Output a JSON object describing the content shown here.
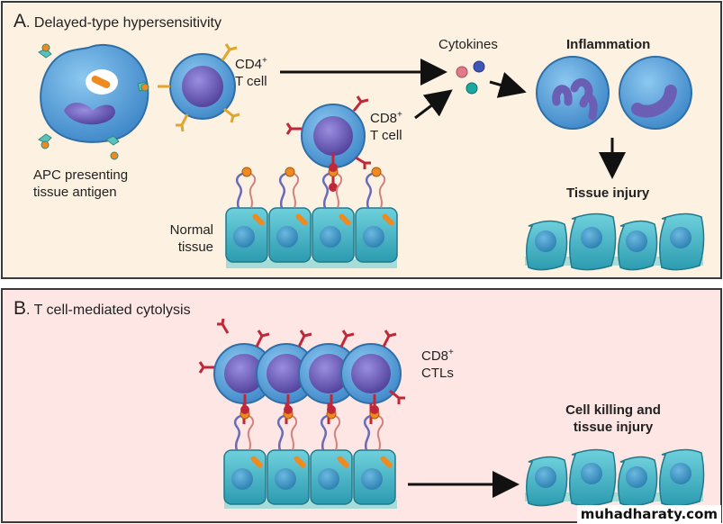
{
  "panel_a": {
    "letter": "A",
    "title": ". Delayed-type hypersensitivity",
    "labels": {
      "cd4_line1": "CD4",
      "cd4_sup": "+",
      "cd4_line2": "T cell",
      "cd8_line1": "CD8",
      "cd8_sup": "+",
      "cd8_line2": "T cell",
      "cytokines": "Cytokines",
      "inflammation": "Inflammation",
      "tissue_injury": "Tissue injury",
      "apc_line1": "APC presenting",
      "apc_line2": "tissue antigen",
      "normal_line1": "Normal",
      "normal_line2": "tissue"
    }
  },
  "panel_b": {
    "letter": "B",
    "title": ". T cell-mediated cytolysis",
    "labels": {
      "ctl_line1": "CD8",
      "ctl_sup": "+",
      "ctl_line2": "CTLs",
      "result_line1": "Cell killing and",
      "result_line2": "tissue injury"
    }
  },
  "watermark": "muhadharaty.com",
  "colors": {
    "panel_a_bg": "#fdf1e2",
    "panel_b_bg": "#fde6e4",
    "cell_blue": "#5aa6dc",
    "nucleus_purple": "#6b5fb5",
    "tissue_teal": "#3fb3c4",
    "cd4_receptor": "#e0a52a",
    "cd8_receptor": "#c0283a",
    "antigen_orange": "#f08a1e"
  }
}
